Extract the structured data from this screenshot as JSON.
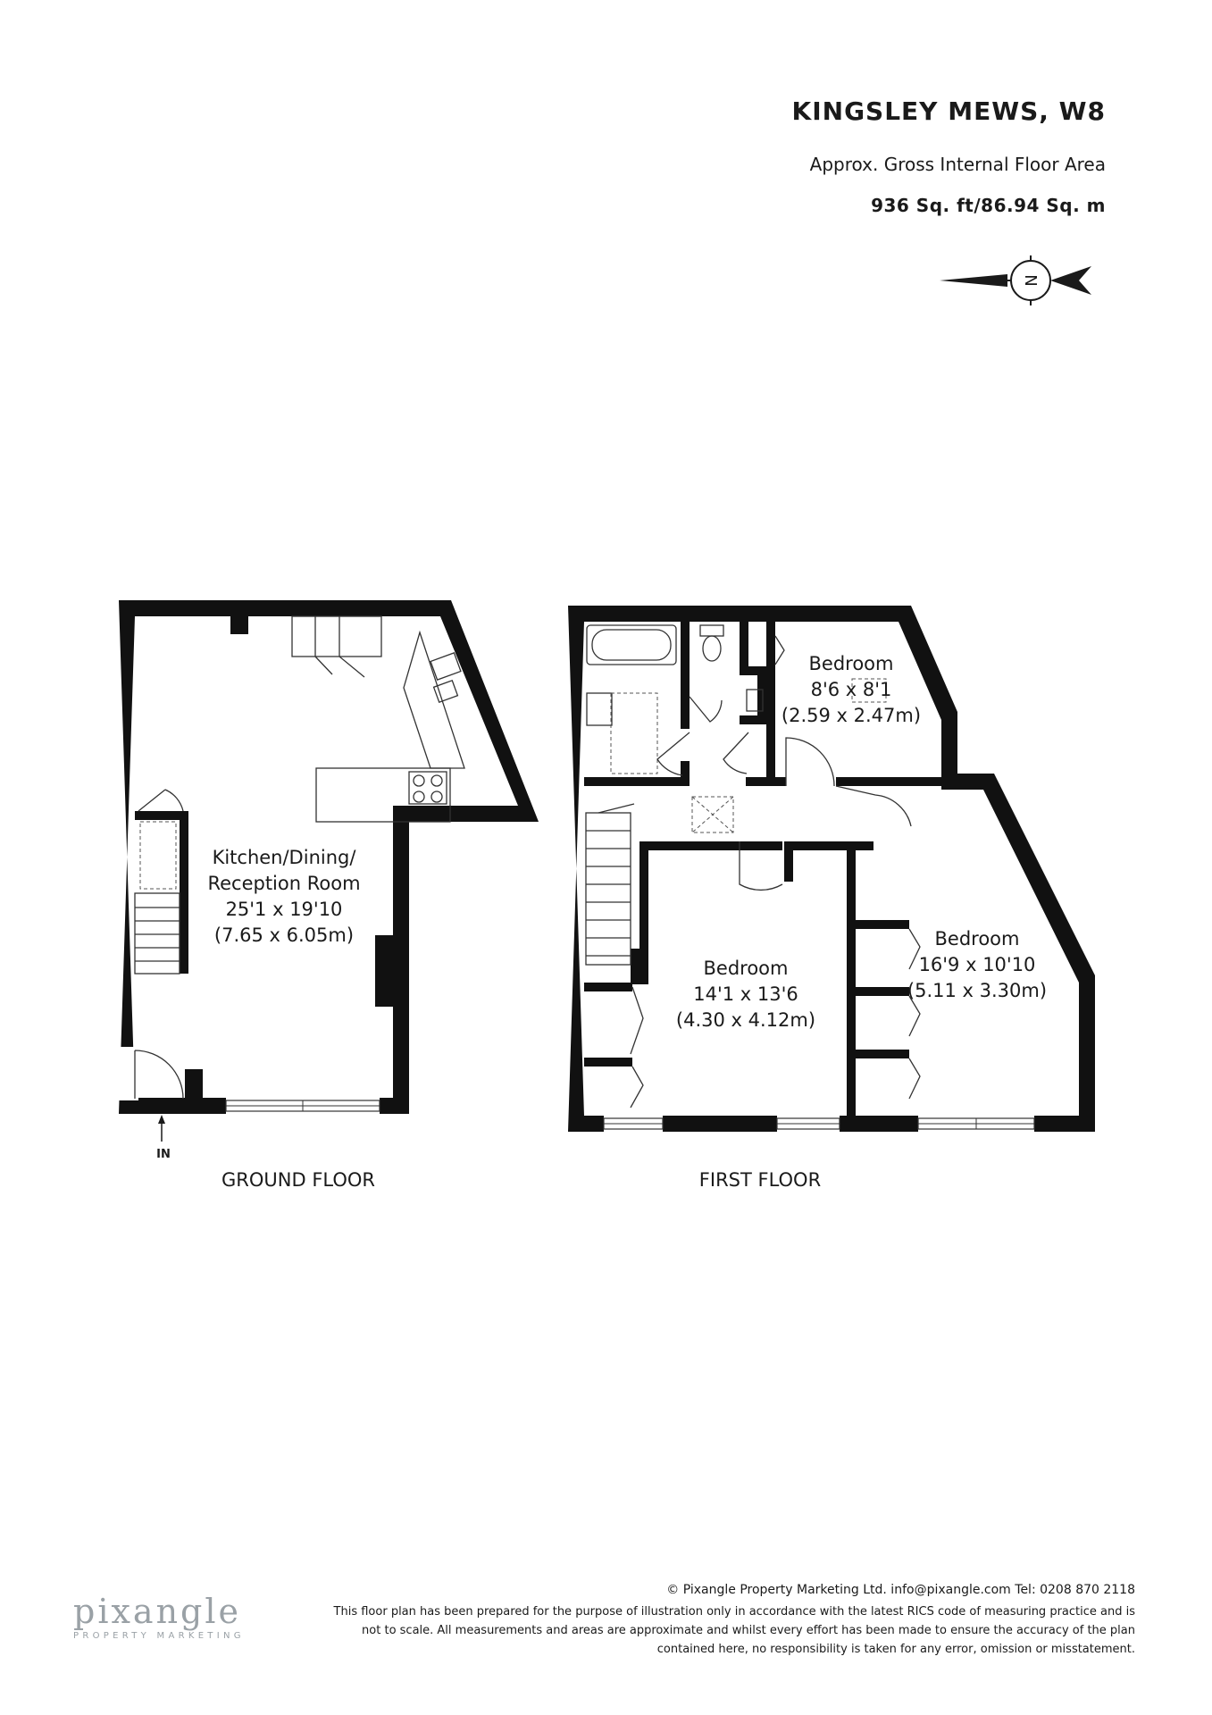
{
  "header": {
    "title": "KINGSLEY MEWS, W8",
    "area_label": "Approx. Gross Internal Floor Area",
    "area_value": "936 Sq. ft/86.94 Sq. m"
  },
  "compass": {
    "letter": "N"
  },
  "ground_floor": {
    "label": "GROUND FLOOR",
    "entrance": "IN",
    "rooms": [
      {
        "lines": [
          "Kitchen/Dining/",
          "Reception Room",
          "25'1 x 19'10",
          "(7.65 x 6.05m)"
        ]
      }
    ]
  },
  "first_floor": {
    "label": "FIRST FLOOR",
    "rooms": [
      {
        "lines": [
          "Bedroom",
          "8'6 x 8'1",
          "(2.59 x 2.47m)"
        ]
      },
      {
        "lines": [
          "Bedroom",
          "14'1 x 13'6",
          "(4.30 x 4.12m)"
        ]
      },
      {
        "lines": [
          "Bedroom",
          "16'9 x 10'10",
          "(5.11 x 3.30m)"
        ]
      }
    ]
  },
  "footer": {
    "copyright": "© Pixangle Property Marketing Ltd. info@pixangle.com Tel: 0208 870 2118",
    "disclaimer_lines": [
      "This floor plan has been prepared for the purpose of illustration only in accordance with the latest RICS code of measuring practice and is",
      "not to scale. All measurements and areas are approximate and whilst every effort has been made to ensure the accuracy of the plan",
      "contained here, no responsibility is taken for any error, omission or misstatement."
    ],
    "logo_name": "pixangle",
    "logo_sub": "PROPERTY MARKETING"
  }
}
